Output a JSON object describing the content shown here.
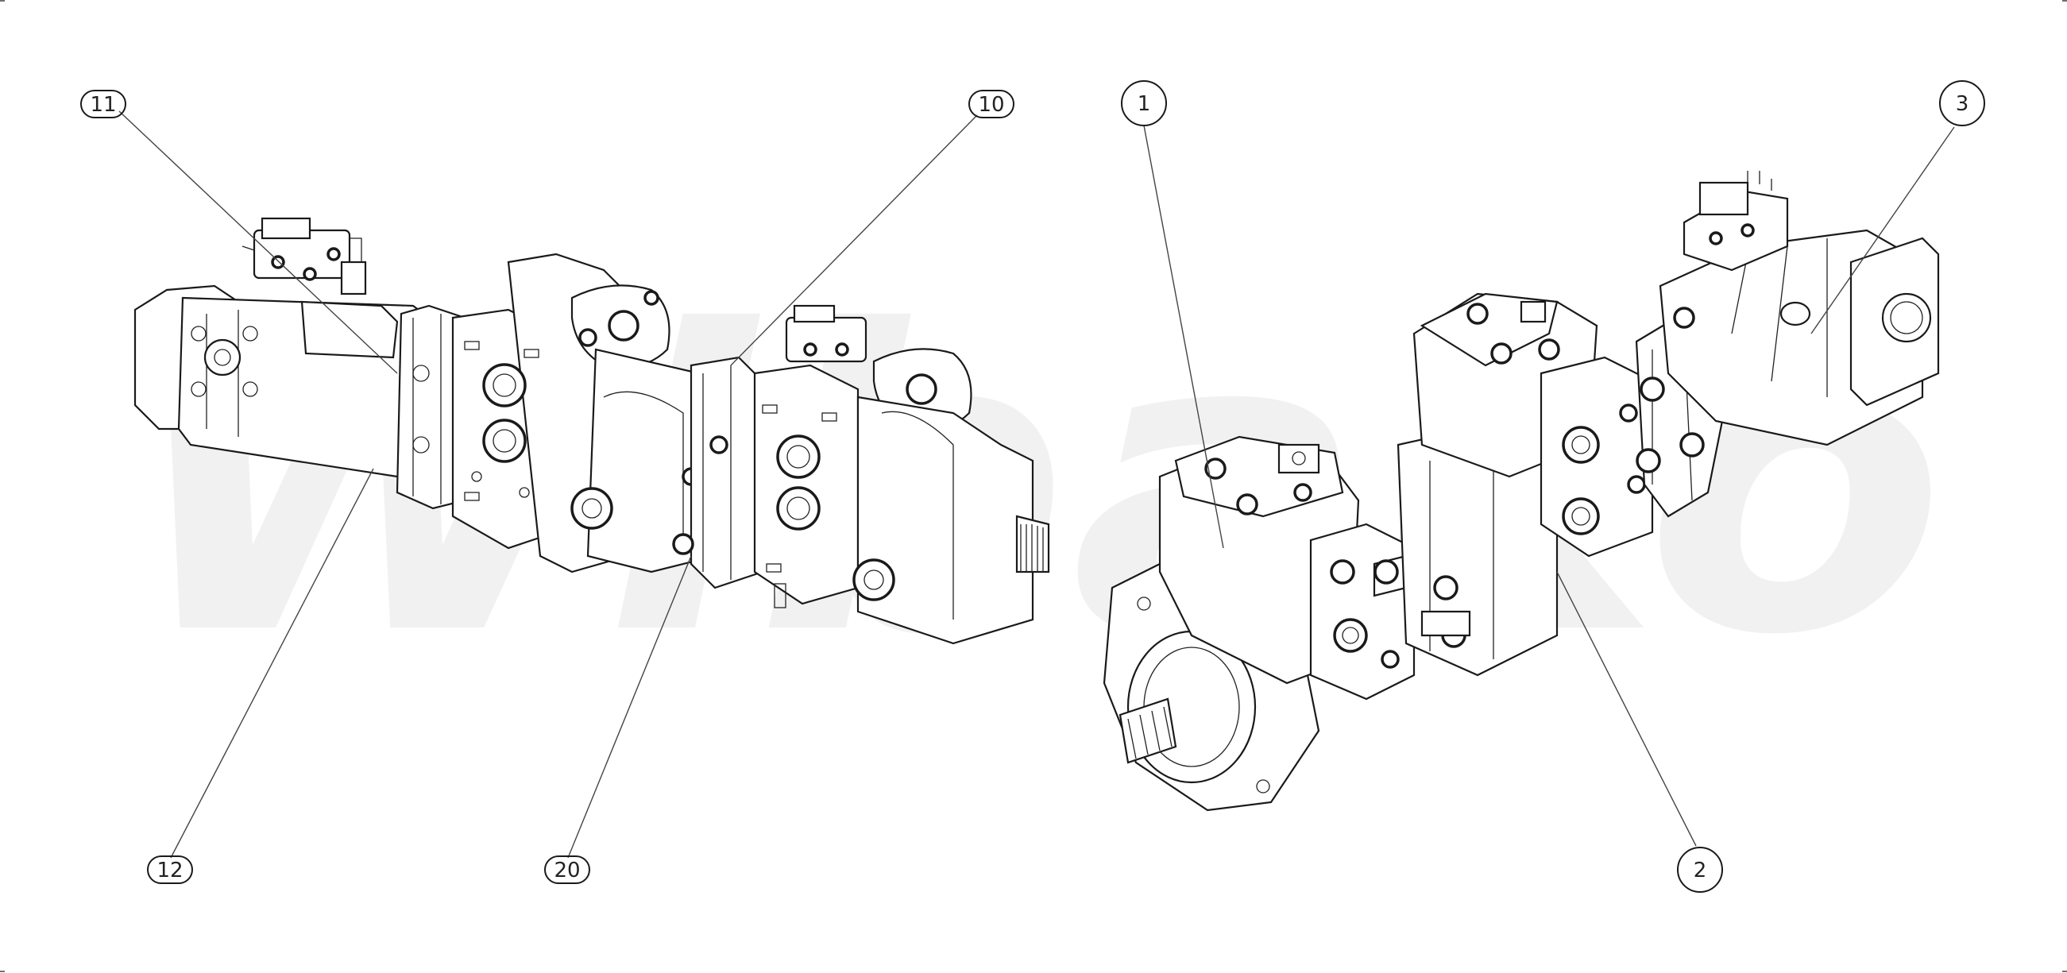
{
  "watermark": {
    "text": "Wibako"
  },
  "callouts": [
    {
      "id": "11",
      "label": "11",
      "shape": "pill"
    },
    {
      "id": "10",
      "label": "10",
      "shape": "pill"
    },
    {
      "id": "12",
      "label": "12",
      "shape": "pill"
    },
    {
      "id": "20",
      "label": "20",
      "shape": "pill"
    },
    {
      "id": "1",
      "label": "1",
      "shape": "circle"
    },
    {
      "id": "3",
      "label": "3",
      "shape": "circle"
    },
    {
      "id": "2",
      "label": "2",
      "shape": "circle"
    }
  ],
  "colors": {
    "line": "#1a1a1a",
    "watermark": "#f1f1f1",
    "background": "#ffffff"
  }
}
